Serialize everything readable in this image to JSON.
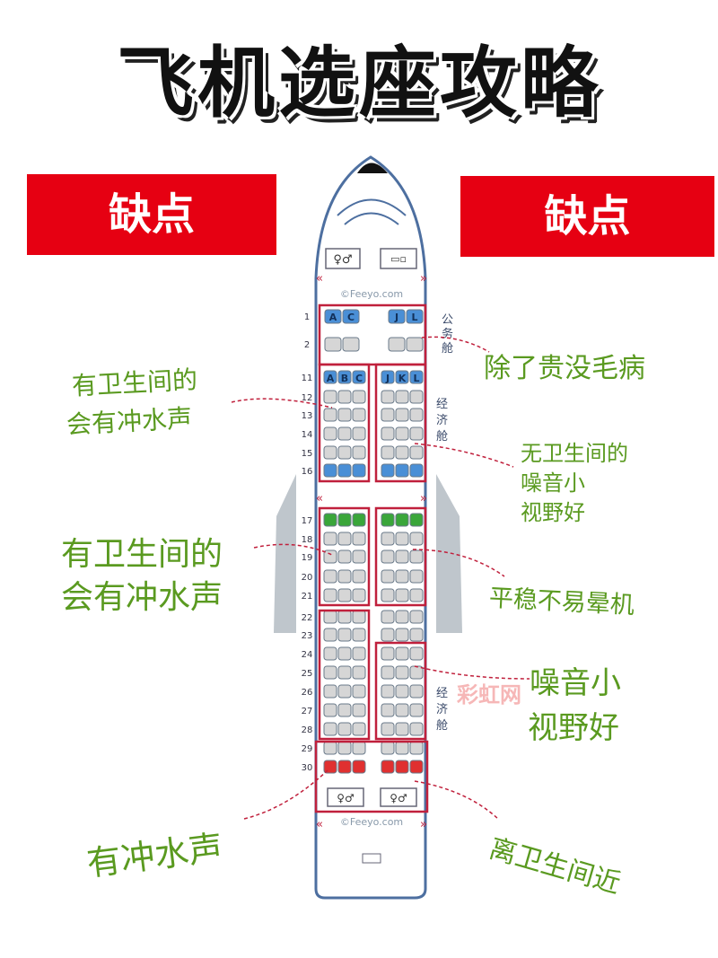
{
  "title": "飞机选座攻略",
  "banners": {
    "left": "缺点",
    "right": "缺点"
  },
  "watermark_top": "©Feeyo.com",
  "watermark_bottom": "©Feeyo.com",
  "cabins": {
    "business": "公务舱",
    "economy1": "经济舱",
    "economy2": "经济舱"
  },
  "rows": [
    "1",
    "2",
    "11",
    "12",
    "13",
    "14",
    "15",
    "16",
    "17",
    "18",
    "19",
    "20",
    "21",
    "22",
    "23",
    "24",
    "25",
    "26",
    "27",
    "28",
    "29",
    "30"
  ],
  "business_letters": {
    "left": [
      "A",
      "C"
    ],
    "right": [
      "J",
      "L"
    ]
  },
  "economy_letters": {
    "left": [
      "A",
      "B",
      "C"
    ],
    "right": [
      "J",
      "K",
      "L"
    ]
  },
  "notes": {
    "business": "除了贵没毛病",
    "left_front_1": "有卫生间的",
    "left_front_2": "会有冲水声",
    "right_front_1": "无卫生间的",
    "right_front_2": "噪音小",
    "right_front_3": "视野好",
    "left_mid_1": "有卫生间的",
    "left_mid_2": "会有冲水声",
    "right_mid": "平稳不易晕机",
    "right_back_1": "噪音小",
    "right_back_2": "视野好",
    "left_tail": "有冲水声",
    "right_tail": "离卫生间近"
  },
  "site_watermark": "彩虹网",
  "colors": {
    "banner": "#e60012",
    "note": "#5a9a20",
    "box": "#c0203c",
    "seat_blue": "#4a8fd6",
    "seat_green": "#3aa63a",
    "seat_red": "#e03030",
    "seat_gray": "#d6d6d6"
  }
}
